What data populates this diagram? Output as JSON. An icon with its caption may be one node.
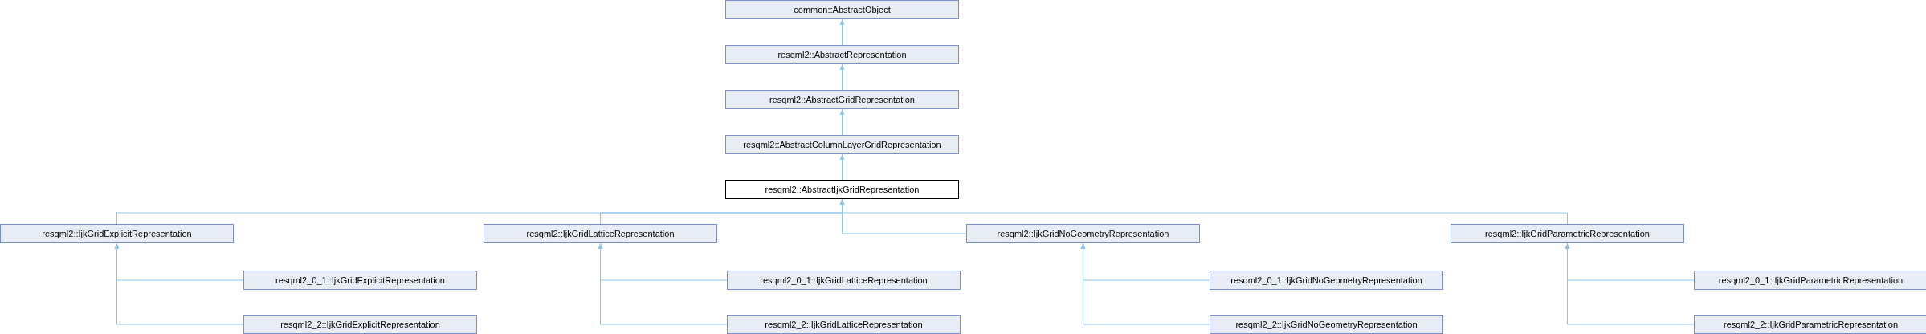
{
  "diagram": {
    "nodes": [
      {
        "text": [
          "common::AbstractObject"
        ]
      },
      {
        "text": [
          "resqml2::AbstractRepresentation"
        ]
      },
      {
        "text": [
          "resqml2::AbstractGridRepresentation"
        ]
      },
      {
        "text": [
          "resqml2::AbstractColumnLayerGridRepresentation"
        ]
      },
      {
        "text": [
          "resqml2::AbstractIjkGridRepresentation"
        ]
      },
      {
        "text": [
          "resqml2::IjkGridExplicitRepresentation"
        ]
      },
      {
        "text": [
          "resqml2::IjkGridLatticeRepresentation"
        ]
      },
      {
        "text": [
          "resqml2::IjkGridNoGeometryRepresentation"
        ]
      },
      {
        "text": [
          "resqml2::IjkGridParametricRepresentation"
        ]
      },
      {
        "text": [
          "resqml2_0_1::IjkGridExplicitRepresentation"
        ]
      },
      {
        "text": [
          "resqml2_0_1::IjkGridLatticeRepresentation"
        ]
      },
      {
        "text": [
          "resqml2_0_1::IjkGridNoGeometryRepresentation"
        ]
      },
      {
        "text": [
          "resqml2_0_1::IjkGridParametricRepresentation"
        ]
      },
      {
        "text": [
          "resqml2_2::IjkGridExplicitRepresentation"
        ]
      },
      {
        "text": [
          "resqml2_2::IjkGridLatticeRepresentation"
        ]
      },
      {
        "text": [
          "resqml2_2::IjkGridNoGeometryRepresentation"
        ]
      },
      {
        "text": [
          "resqml2_2::IjkGridParametricRepresentation"
        ]
      }
    ],
    "edges": [
      {
        "from": 1,
        "to": 0,
        "arrow": "to"
      },
      {
        "from": 2,
        "to": 1,
        "arrow": "to"
      },
      {
        "from": 3,
        "to": 2,
        "arrow": "to"
      },
      {
        "from": 4,
        "to": 3,
        "arrow": "to"
      },
      {
        "from": 5,
        "to": 4,
        "arrow": "to"
      },
      {
        "from": 6,
        "to": 4,
        "arrow": "to"
      },
      {
        "from": 7,
        "to": 4,
        "arrow": "to"
      },
      {
        "from": 8,
        "to": 4,
        "arrow": "to"
      },
      {
        "from": 9,
        "to": 5,
        "arrow": "to"
      },
      {
        "from": 13,
        "to": 5,
        "arrow": "to"
      },
      {
        "from": 10,
        "to": 6,
        "arrow": "to"
      },
      {
        "from": 14,
        "to": 6,
        "arrow": "to"
      },
      {
        "from": 11,
        "to": 7,
        "arrow": "to"
      },
      {
        "from": 15,
        "to": 7,
        "arrow": "to"
      },
      {
        "from": 12,
        "to": 8,
        "arrow": "to"
      },
      {
        "from": 16,
        "to": 8,
        "arrow": "to"
      }
    ]
  }
}
